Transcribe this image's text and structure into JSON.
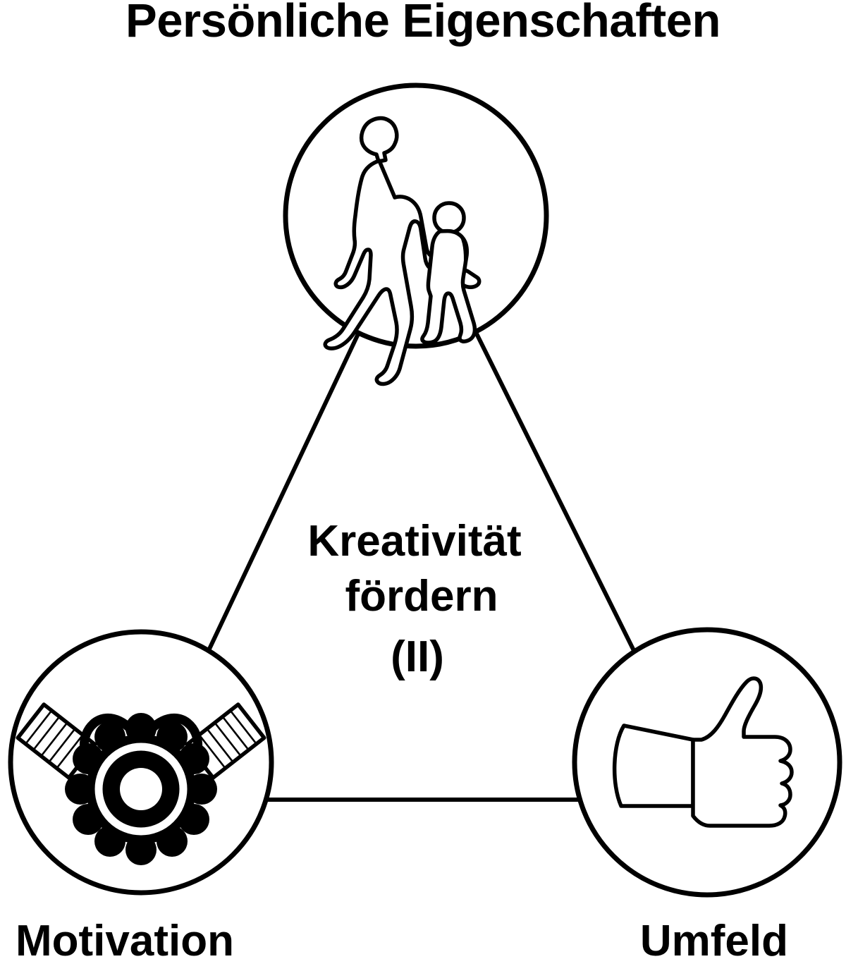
{
  "diagram": {
    "title": "Persönliche Eigenschaften",
    "center": {
      "line1": "Kreativität",
      "line2": "fördern",
      "line3": "(II)"
    },
    "shape": "triangle",
    "colors": {
      "background": "#ffffff",
      "stroke": "#000000",
      "fill": "#ffffff",
      "text": "#000000"
    },
    "nodes": [
      {
        "id": "persoenliche-eigenschaften",
        "label": "Persönliche Eigenschaften",
        "label_position": "top",
        "icon": "adult-walking-with-child-icon",
        "icon_style": "outline"
      },
      {
        "id": "motivation",
        "label": "Motivation",
        "label_position": "bottom-left",
        "icon": "gear-with-heart-and-pistons-icon",
        "icon_style": "solid-and-outline"
      },
      {
        "id": "umfeld",
        "label": "Umfeld",
        "label_position": "bottom-right",
        "icon": "thumbs-up-icon",
        "icon_style": "outline"
      }
    ]
  }
}
